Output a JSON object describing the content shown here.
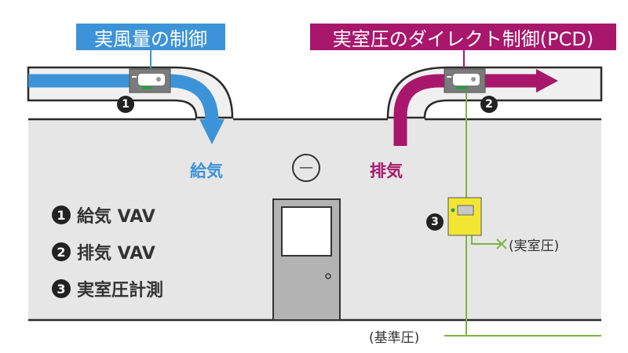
{
  "titles": {
    "supply_control": "実風量の制御",
    "pressure_control": "実室圧のダイレクト制御(PCD)"
  },
  "flows": {
    "supply": "給気",
    "exhaust": "排気"
  },
  "pressure_symbol": "—",
  "legend": [
    {
      "number": "1",
      "text": "給気 VAV"
    },
    {
      "number": "2",
      "text": "排気 VAV"
    },
    {
      "number": "3",
      "text": "実室圧計測"
    }
  ],
  "markers": {
    "supply_vav": "1",
    "exhaust_vav": "2",
    "pressure_sensor": "3"
  },
  "notes": {
    "room_pressure": "(実室圧)",
    "reference_pressure": "(基準圧)"
  },
  "colors": {
    "supply": "#3d93d7",
    "exhaust": "#a8176b",
    "wire": "#7db53f",
    "sensor": "#f2e633",
    "room": "#e6e6e6",
    "duct": "#f0f0f0"
  }
}
